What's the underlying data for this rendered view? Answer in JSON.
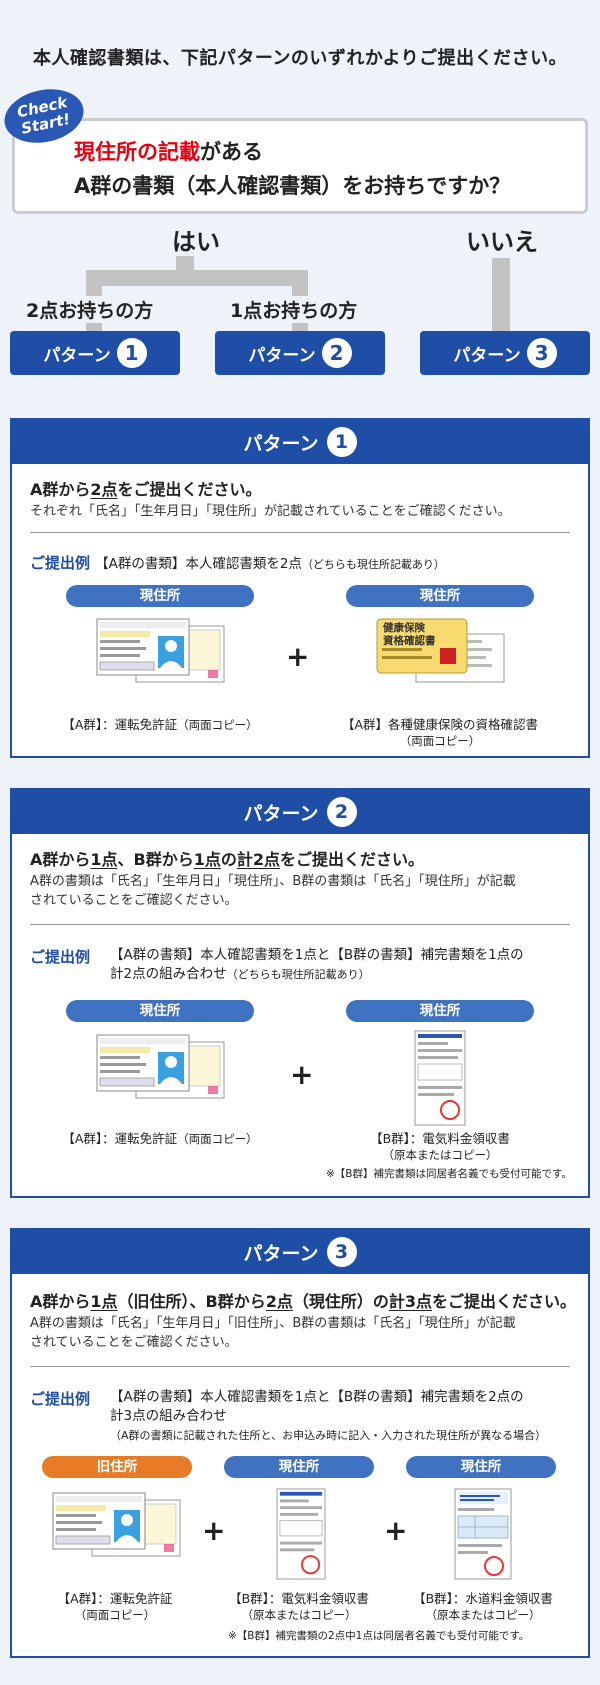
{
  "intro": "本人確認書類は、下記パターンのいずれかよりご提出ください。",
  "badge": {
    "line1": "Check",
    "line2": "Start!"
  },
  "question": {
    "highlight": "現住所の記載",
    "line1_rest": "がある",
    "line2": "A群の書類（本人確認書類）をお持ちですか？"
  },
  "answers": {
    "yes": "はい",
    "no": "いいえ"
  },
  "counts": {
    "two": "2点お持ちの方",
    "one": "1点お持ちの方"
  },
  "pattern_word": "パターン",
  "nums": {
    "p1": "1",
    "p2": "2",
    "p3": "3"
  },
  "example_label": "ご提出例",
  "pattern1": {
    "heading_pre": "A群から",
    "heading_u": "2点",
    "heading_post": "をご提出ください。",
    "desc": "それぞれ「氏名」「生年月日」「現住所」が記載されていることをご確認ください。",
    "example_main": "【A群の書類】本人確認書類を2点",
    "example_small": "（どちらも現住所記載あり）",
    "pill_left": "現住所",
    "pill_right": "現住所",
    "cap_left": "【A群】：運転免許証",
    "cap_left_sub": "（両面コピー）",
    "cap_right": "【A群】各種健康保険の資格確認書",
    "cap_right_sub": "（両面コピー）",
    "card_title": "健康保険",
    "card_title2": "資格確認書"
  },
  "pattern2": {
    "h_a": "A群から",
    "h_b": "1点",
    "h_c": "、B群から",
    "h_d": "1点",
    "h_e": "の",
    "h_f": "計2点",
    "h_g": "をご提出ください。",
    "desc1": "A群の書類は「氏名」「生年月日」「現住所」、B群の書類は「氏名」「現住所」が記載",
    "desc2": "されていることをご確認ください。",
    "example_line1": "【A群の書類】本人確認書類を1点と【B群の書類】補完書類を1点の",
    "example_line2": "計2点の組み合わせ",
    "example_small": "（どちらも現住所記載あり）",
    "pill_left": "現住所",
    "pill_right": "現住所",
    "cap_left": "【A群】：運転免許証",
    "cap_left_sub": "（両面コピー）",
    "cap_right": "【B群】：電気料金領収書",
    "cap_right_sub": "（原本またはコピー）",
    "note": "※【B群】補完書類は同居者名義でも受付可能です。"
  },
  "pattern3": {
    "h_a": "A群から",
    "h_b": "1点",
    "h_c": "（旧住所）、B群から",
    "h_d": "2点",
    "h_e": "（現住所）の",
    "h_f": "計3点",
    "h_g": "をご提出ください。",
    "desc1": "A群の書類は「氏名」「生年月日」「旧住所」、B群の書類は「氏名」「現住所」が記載",
    "desc2": "されていることをご確認ください。",
    "example_line1": "【A群の書類】本人確認書類を1点と【B群の書類】補完書類を2点の",
    "example_line2": "計3点の組み合わせ",
    "example_line3": "（A群の書類に記載された住所と、お申込み時に記入・入力された現住所が異なる場合）",
    "pill_1": "旧住所",
    "pill_2": "現住所",
    "pill_3": "現住所",
    "cap_1": "【A群】：運転免許証",
    "cap_1_sub": "（両面コピー）",
    "cap_2": "【B群】：電気料金領収書",
    "cap_2_sub": "（原本またはコピー）",
    "cap_3": "【B群】：水道料金領収書",
    "cap_3_sub": "（原本またはコピー）",
    "note": "※【B群】補完書類の2点中1点は同居者名義でも受付可能です。"
  },
  "plus": "+",
  "colors": {
    "brand_blue": "#1f4ea6",
    "pill_blue": "#3f73c2",
    "orange": "#e87b26",
    "red": "#e60012"
  }
}
